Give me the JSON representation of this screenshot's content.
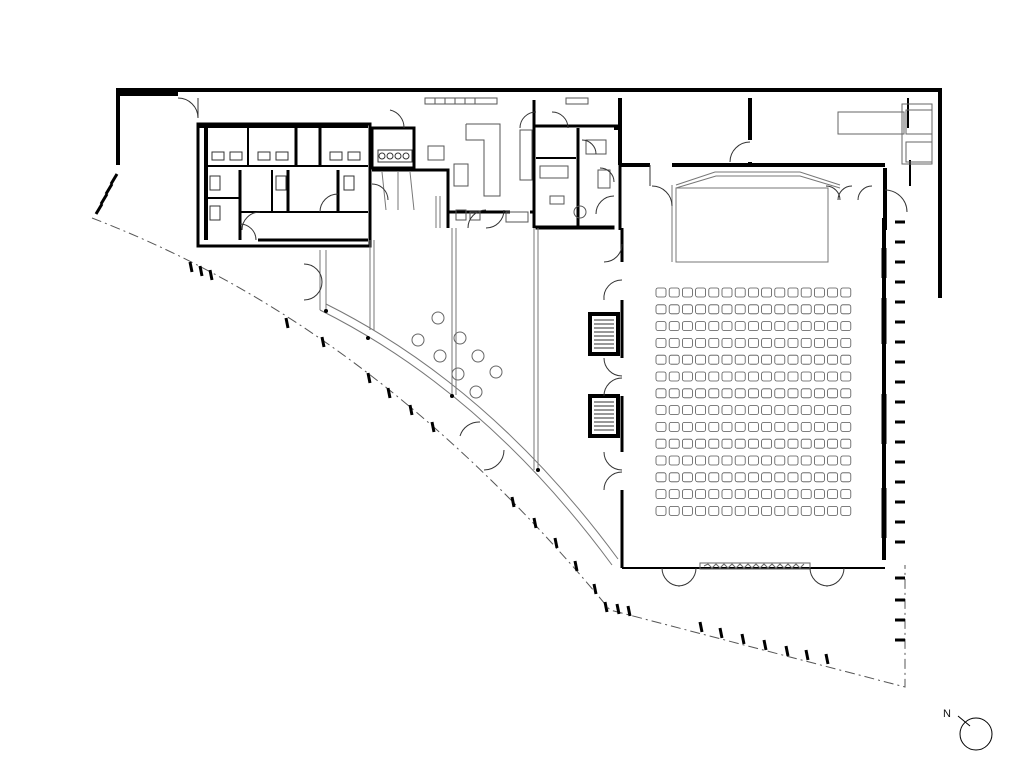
{
  "drawing": {
    "type": "architectural-floor-plan",
    "north_arrow": {
      "label": "N",
      "icon": "compass-circle-icon"
    },
    "hall": {
      "seat_rows": 14,
      "seats_per_row": 15
    },
    "colors": {
      "wall": "#000000",
      "line": "#333333",
      "light_line": "#777777",
      "background": "#ffffff"
    }
  }
}
